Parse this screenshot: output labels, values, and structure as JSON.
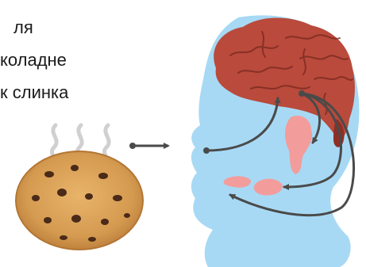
{
  "caption": {
    "line1": "ля",
    "line2": "коладне",
    "line3": "к слинка"
  },
  "colors": {
    "head": "#a7d9f4",
    "brain": "#b94a3c",
    "brain_dark": "#8e2f25",
    "gland": "#f39c9c",
    "arrow": "#4a4a4a",
    "steam": "#d6d6d6",
    "cookie": "#d9a05a",
    "chip": "#4a2a18"
  }
}
